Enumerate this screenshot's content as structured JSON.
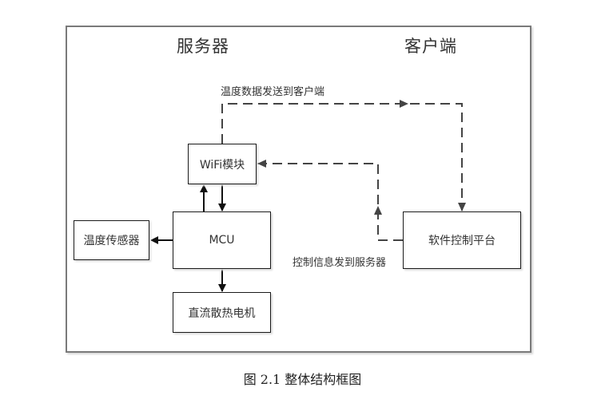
{
  "diagram": {
    "headings": {
      "server": "服务器",
      "client": "客户端"
    },
    "nodes": {
      "wifi": "WiFi模块",
      "mcu": "MCU",
      "temp_sensor": "温度传感器",
      "dc_fan_motor": "直流散热电机",
      "software_platform": "软件控制平台"
    },
    "edge_labels": {
      "temp_to_client": "温度数据发送到客户端",
      "control_to_server": "控制信息发到服务器"
    },
    "edges": [
      {
        "from": "wifi",
        "to": "mcu",
        "style": "solid"
      },
      {
        "from": "mcu",
        "to": "wifi",
        "style": "solid"
      },
      {
        "from": "mcu",
        "to": "temp_sensor",
        "style": "solid"
      },
      {
        "from": "mcu",
        "to": "dc_fan_motor",
        "style": "solid"
      },
      {
        "from": "wifi",
        "to": "software_platform",
        "style": "dashed",
        "label": "温度数据发送到客户端"
      },
      {
        "from": "software_platform",
        "to": "wifi",
        "style": "dashed",
        "label": "控制信息发到服务器"
      }
    ],
    "colors": {
      "frame": "#7a7a7a",
      "solid_line": "#111111",
      "dashed_line": "#444444"
    }
  },
  "caption": "图 2.1  整体结构框图"
}
